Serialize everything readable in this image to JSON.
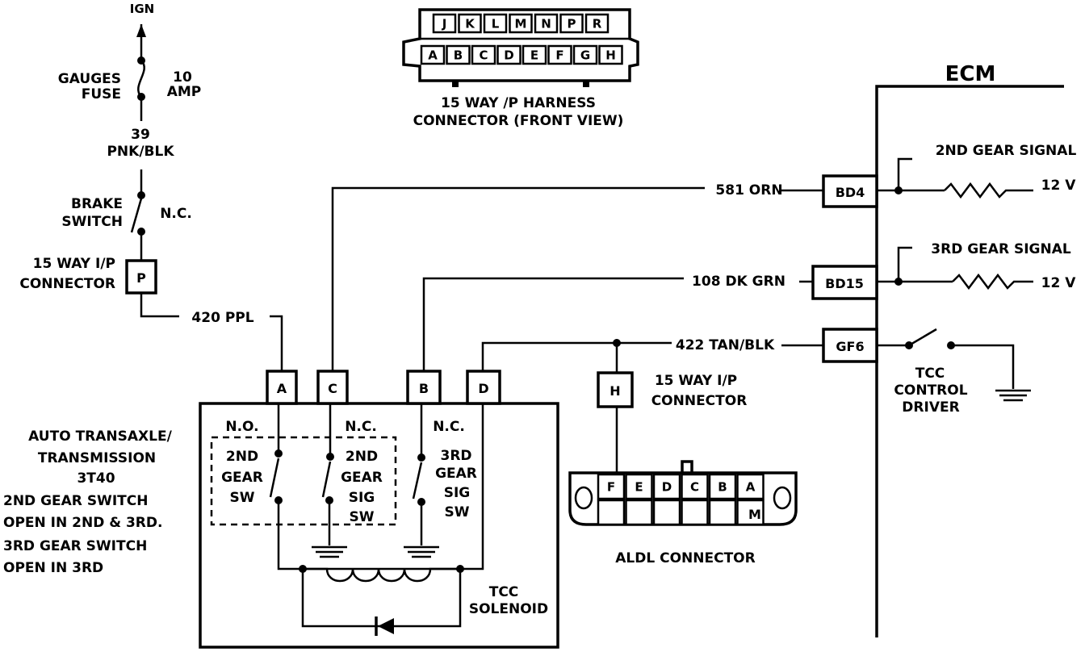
{
  "power": {
    "ign": "IGN",
    "fuse_name_1": "GAUGES",
    "fuse_name_2": "FUSE",
    "fuse_rating_1": "10",
    "fuse_rating_2": "AMP",
    "wire_39_1": "39",
    "wire_39_2": "PNK/BLK",
    "brake_1": "BRAKE",
    "brake_2": "SWITCH",
    "brake_nc": "N.C.",
    "ip_conn_1": "15 WAY I/P",
    "ip_conn_2": "CONNECTOR",
    "pin_p": "P",
    "wire_420": "420 PPL"
  },
  "harness": {
    "top_pins": [
      "J",
      "K",
      "L",
      "M",
      "N",
      "P",
      "R"
    ],
    "bottom_pins": [
      "A",
      "B",
      "C",
      "D",
      "E",
      "F",
      "G",
      "H"
    ],
    "caption_1": "15 WAY /P HARNESS",
    "caption_2": "CONNECTOR (FRONT VIEW)"
  },
  "wires": {
    "w581": "581 ORN",
    "w108": "108 DK GRN",
    "w422": "422 TAN/BLK"
  },
  "ecm": {
    "title": "ECM",
    "bd4": "BD4",
    "bd15": "BD15",
    "gf6": "GF6",
    "sig2": "2ND GEAR SIGNAL",
    "sig3": "3RD GEAR SIGNAL",
    "volt_a": "12 V",
    "volt_b": "12 V",
    "tcc_1": "TCC",
    "tcc_2": "CONTROL",
    "tcc_3": "DRIVER"
  },
  "trans": {
    "pins": [
      "A",
      "C",
      "B",
      "D"
    ],
    "no": "N.O.",
    "nc_a": "N.C.",
    "nc_b": "N.C.",
    "sw2_1": "2ND",
    "sw2_2": "GEAR",
    "sw2_3": "SW",
    "sig2_1": "2ND",
    "sig2_2": "GEAR",
    "sig2_3": "SIG",
    "sig2_4": "SW",
    "sig3_1": "3RD",
    "sig3_2": "GEAR",
    "sig3_3": "SIG",
    "sig3_4": "SW",
    "sol_1": "TCC",
    "sol_2": "SOLENOID"
  },
  "side_note": {
    "l1": "AUTO TRANSAXLE/",
    "l2": "TRANSMISSION",
    "l3": "3T40",
    "l4": "2ND GEAR SWITCH",
    "l5": "OPEN IN 2ND & 3RD.",
    "l6": "3RD GEAR SWITCH",
    "l7": "OPEN IN 3RD"
  },
  "aldl": {
    "pin_h": "H",
    "conn_1": "15 WAY I/P",
    "conn_2": "CONNECTOR",
    "top_pins": [
      "F",
      "E",
      "D",
      "C",
      "B",
      "A"
    ],
    "pin_m": "M",
    "caption": "ALDL CONNECTOR"
  }
}
